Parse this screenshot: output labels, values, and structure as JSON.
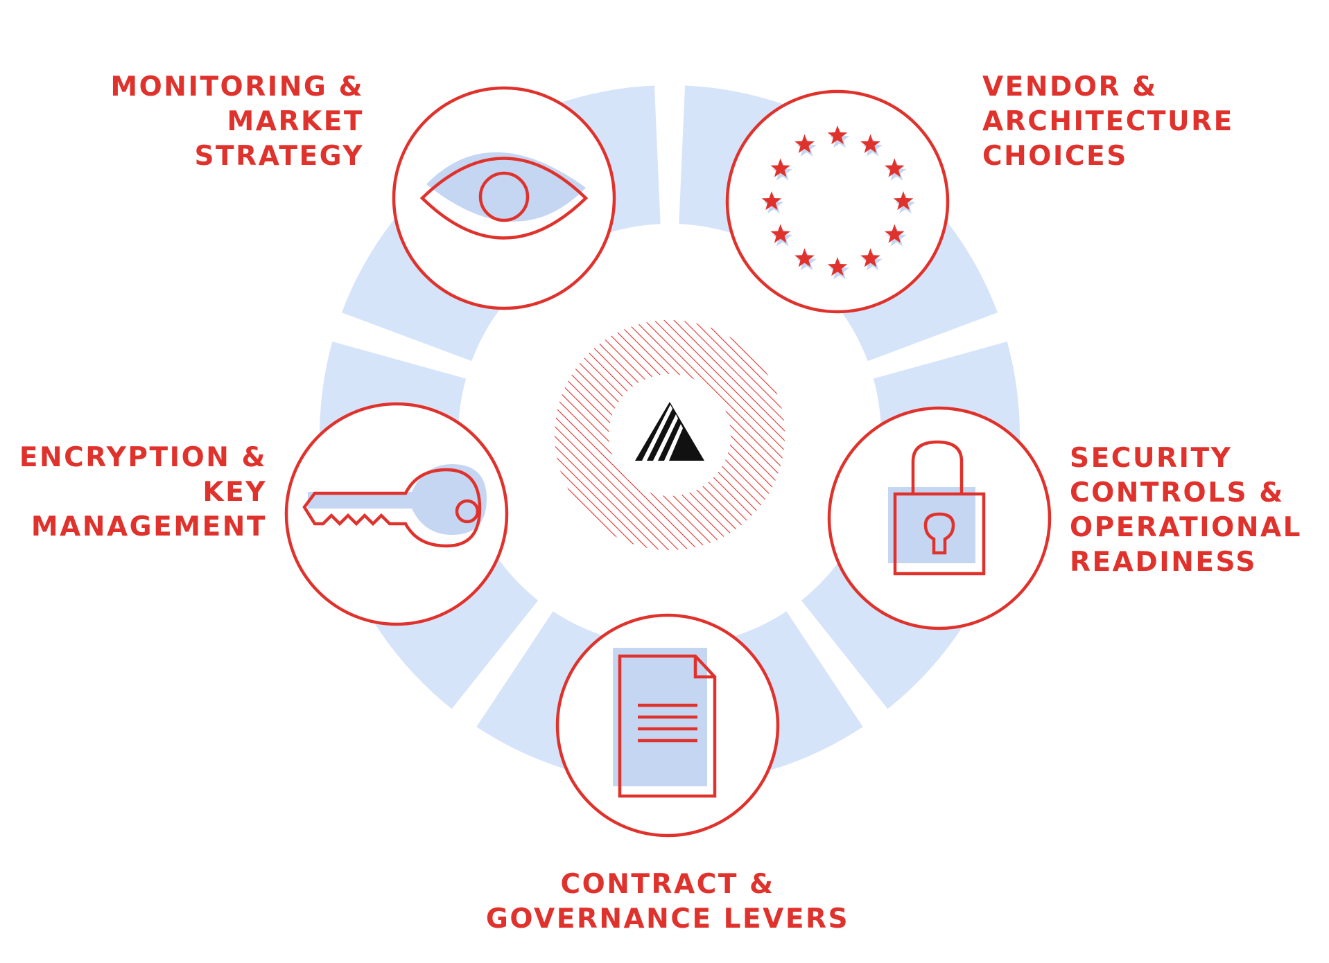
{
  "colors": {
    "accent": "#e0322c",
    "ring": "#d6e4fa",
    "fill": "#c5d6f3",
    "logo": "#111111"
  },
  "nodes": [
    {
      "id": "monitoring",
      "icon": "eye-icon",
      "lines": [
        "MONITORING &",
        "MARKET",
        "STRATEGY"
      ]
    },
    {
      "id": "vendor",
      "icon": "star-circle-icon",
      "lines": [
        "VENDOR &",
        "ARCHITECTURE",
        "CHOICES"
      ]
    },
    {
      "id": "security",
      "icon": "padlock-icon",
      "lines": [
        "SECURITY",
        "CONTROLS &",
        "OPERATIONAL",
        "READINESS"
      ]
    },
    {
      "id": "contract",
      "icon": "document-icon",
      "lines": [
        "CONTRACT &",
        "GOVERNANCE LEVERS"
      ]
    },
    {
      "id": "encryption",
      "icon": "key-icon",
      "lines": [
        "ENCRYPTION &",
        "KEY",
        "MANAGEMENT"
      ]
    }
  ],
  "center": {
    "icon": "pyramid-logo-icon"
  }
}
